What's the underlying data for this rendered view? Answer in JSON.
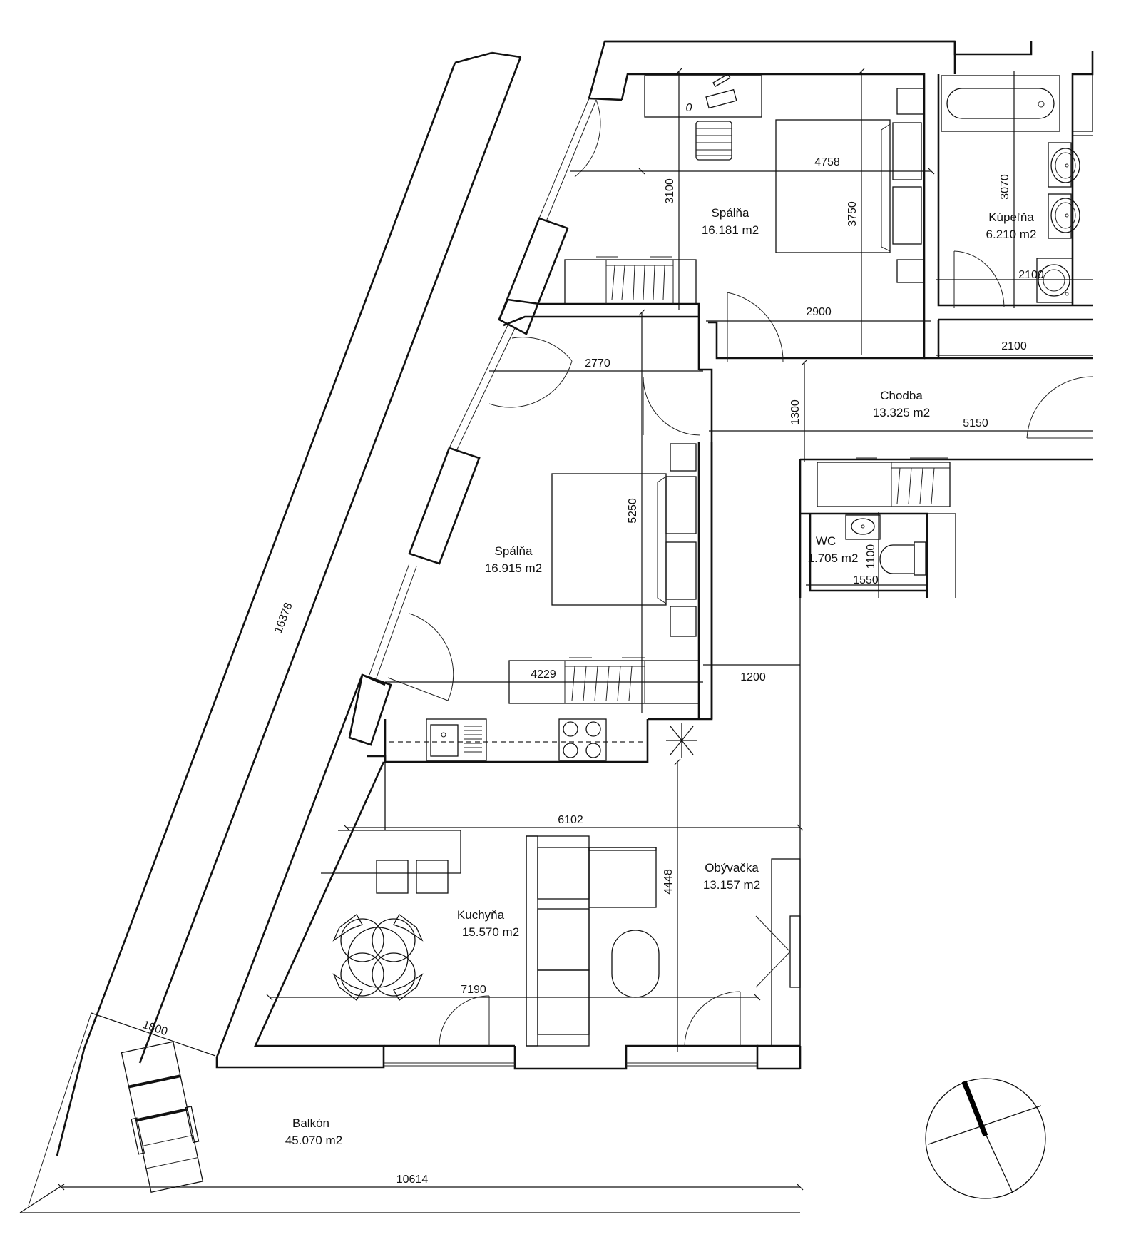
{
  "rooms": [
    {
      "id": "spalna-1",
      "name": "Spálňa",
      "area": "16.181 m2"
    },
    {
      "id": "kupelna",
      "name": "Kúpeľňa",
      "area": "6.210 m2"
    },
    {
      "id": "chodba",
      "name": "Chodba",
      "area": "13.325 m2"
    },
    {
      "id": "spalna-2",
      "name": "Spálňa",
      "area": "16.915 m2"
    },
    {
      "id": "wc",
      "name": "WC",
      "area": "1.705 m2"
    },
    {
      "id": "obyvacka",
      "name": "Obývačka",
      "area": "13.157 m2"
    },
    {
      "id": "kuchyna",
      "name": "Kuchyňa",
      "area": "15.570 m2"
    },
    {
      "id": "balkon",
      "name": "Balkón",
      "area": "45.070 m2"
    }
  ],
  "dimensions": {
    "bed1_width": "4758",
    "bed1_depth": "3100",
    "bed1_height": "3750",
    "bed1_door": "2900",
    "bath_depth": "3070",
    "bath_width": "2100",
    "bath_lower": "2100",
    "corridor_depth": "1300",
    "corridor_len": "5150",
    "bed2_top": "2770",
    "bed2_depth": "5250",
    "bed2_bottom": "4229",
    "passage": "1200",
    "wc_depth": "1100",
    "wc_width": "1550",
    "facade": "16378",
    "kitchen_top": "6102",
    "living_depth": "4448",
    "living_width": "7190",
    "balcony_depth": "1800",
    "balcony_len": "10614"
  },
  "misc": {
    "desk_mark": "0"
  }
}
